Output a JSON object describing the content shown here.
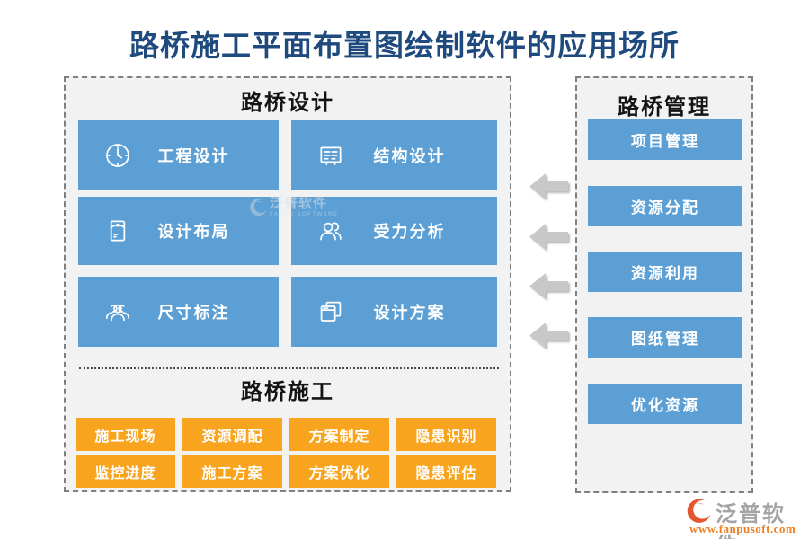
{
  "title": "路桥施工平面布置图绘制软件的应用场所",
  "design_panel": {
    "header": "路桥设计",
    "buttons": [
      {
        "label": "工程设计",
        "icon": "clock-icon"
      },
      {
        "label": "结构设计",
        "icon": "form-icon"
      },
      {
        "label": "设计布局",
        "icon": "envelope-icon"
      },
      {
        "label": "受力分析",
        "icon": "two-users-icon"
      },
      {
        "label": "尺寸标注",
        "icon": "user-group-icon"
      },
      {
        "label": "设计方案",
        "icon": "stacked-windows-icon"
      }
    ]
  },
  "construction_panel": {
    "header": "路桥施工",
    "buttons": [
      "施工现场",
      "资源调配",
      "方案制定",
      "隐患识别",
      "监控进度",
      "施工方案",
      "方案优化",
      "隐患评估"
    ]
  },
  "management_panel": {
    "header": "路桥管理",
    "buttons": [
      "项目管理",
      "资源分配",
      "资源利用",
      "图纸管理",
      "优化资源"
    ]
  },
  "arrows": {
    "count": 4,
    "direction": "left"
  },
  "watermark": {
    "name": "泛普软件",
    "subtitle": "FANPU SOFTWARE"
  },
  "footer": {
    "brand": "泛普软件",
    "url": "www.fanpusoft.com"
  },
  "colors": {
    "accent_blue": "#5B9FD4",
    "accent_orange": "#F9A41E",
    "title_blue": "#1F4A7E",
    "arrow_gray": "#C8C8C8",
    "panel_bg": "#F2F2F2",
    "brand_gray": "#A5A5A5",
    "url_orange": "#EE8022",
    "logo_red": "#E4572E"
  }
}
